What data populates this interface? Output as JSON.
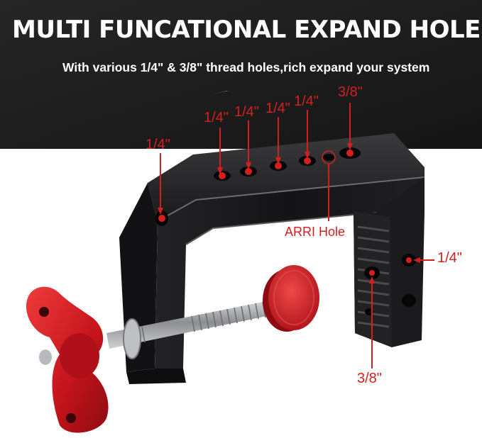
{
  "banner": {
    "headline": "MULTI FUNCATIONAL EXPAND HOLES",
    "subheadline": "With various 1/4\" & 3/8\" thread holes,rich expand your system"
  },
  "callouts": {
    "top_row": [
      "1/4\"",
      "1/4\"",
      "1/4\"",
      "1/4\"",
      "3/8\""
    ],
    "left_side": "1/4\"",
    "arri": "ARRI Hole",
    "right_side": "1/4\"",
    "bottom": "3/8\""
  },
  "colors": {
    "dark_band": "#1f1f1f",
    "accent_red": "#d41f1f",
    "clamp_body": "#1c1c1e",
    "knob_red": "#c8141e",
    "screw_steel": "#a9aaad"
  }
}
